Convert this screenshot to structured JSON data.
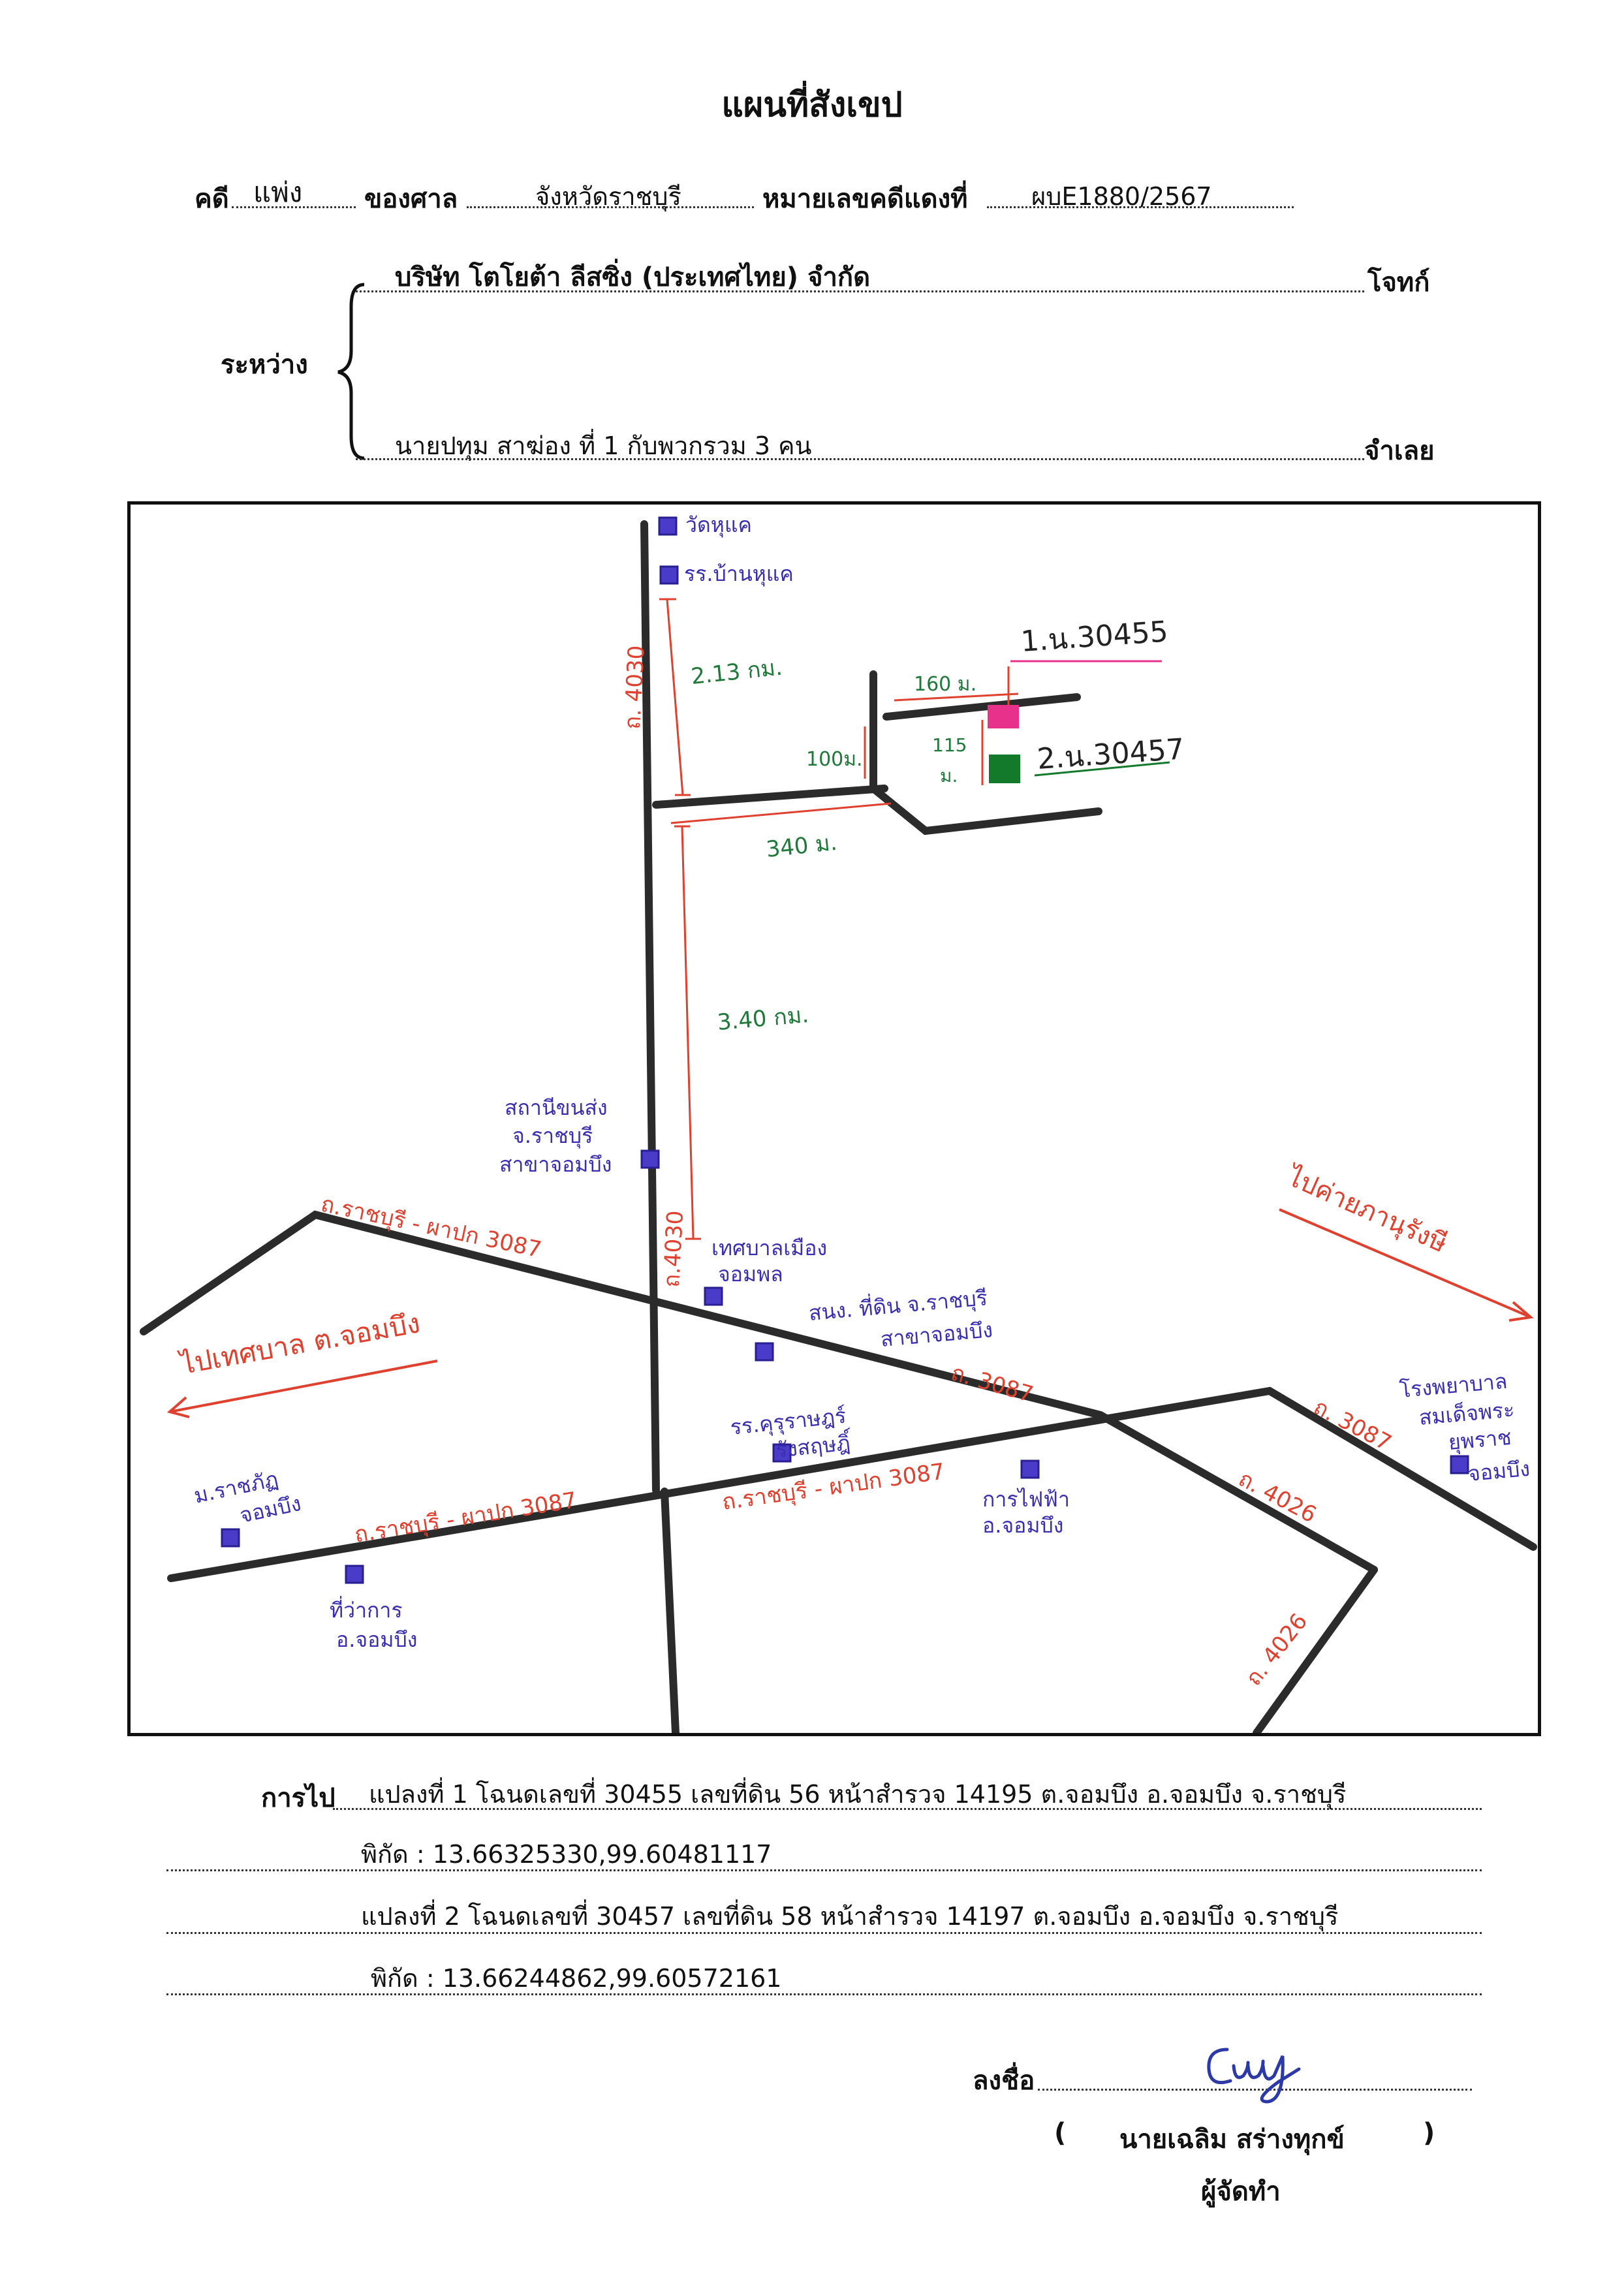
{
  "title": "แผนที่สังเขป",
  "header": {
    "case_label": "คดี",
    "case_type": "แพ่ง",
    "court_label": "ของศาล",
    "court_name": "จังหวัดราชบุรี",
    "red_no_label": "หมายเลขคดีแดงที่",
    "red_no": "ผบE1880/2567",
    "plaintiff": "บริษัท โตโยต้า ลีสซิ่ง (ประเทศไทย) จำกัด",
    "plaintiff_role": "โจทก์",
    "between_label": "ระหว่าง",
    "defendant": "นายปทุม สาฆ่อง ที่ 1 กับพวกรวม 3 คน",
    "defendant_role": "จำเลย"
  },
  "map": {
    "roads": {
      "rd4030_top": "ถ. 4030",
      "rd4030_mid": "ถ.4030",
      "rd3087_a": "ถ.ราชบุรี - ผาปก   3087",
      "rd3087_b": "ถ. 3087",
      "rd3087_c": "ถ.ราชบุรี - ผาปก   3087",
      "rd3087_d": "ถ.ราชบุรี - ผาปก   3087",
      "rd3087_e": "ถ. 3087",
      "rd4026_a": "ถ. 4026",
      "rd4026_b": "ถ. 4026"
    },
    "directions": {
      "to_west": "ไปเทศบาล ต.จอมบึง",
      "to_east": "ไปค่ายภานุรังษี"
    },
    "distances": {
      "d1": "2.13 กม.",
      "d2": "160 ม.",
      "d3": "100ม.",
      "d4": "115",
      "d4b": "ม.",
      "d5": "340 ม.",
      "d6": "3.40 กม."
    },
    "parcels": {
      "p1": "1.น.30455",
      "p2": "2.น.30457",
      "p1_color": "#e8318a",
      "p2_color": "#137a2c"
    },
    "landmarks": {
      "temple": "วัดหุแค",
      "school_top": "รร.บ้านหุแค",
      "police_1": "สถานีขนส่ง",
      "police_2": "จ.ราชบุรี",
      "police_3": "สาขาจอมบึง",
      "municipal_1": "เทศบาลเมือง",
      "municipal_2": "จอมพล",
      "land_office_1": "สนง. ที่ดิน จ.ราชบุรี",
      "land_office_2": "สาขาจอมบึง",
      "univ_1": "ม.ราชภัฏ",
      "univ_2": "จอมบึง",
      "district_1": "ที่ว่าการ",
      "district_2": "อ.จอมบึง",
      "school_1": "รร.คุรุราษฎร์",
      "school_2": "รังสฤษฎิ์",
      "electric_1": "การไฟฟ้า",
      "electric_2": "อ.จอมบึง",
      "hospital_1": "โรงพยาบาล",
      "hospital_2": "สมเด็จพระ",
      "hospital_3": "ยุพราช",
      "hospital_4": "จอมบึง"
    },
    "colors": {
      "road": "#2b2b2b",
      "red": "#e0402e",
      "green": "#1f7a3a",
      "blue": "#3a2fb0"
    }
  },
  "route": {
    "label": "การไป",
    "line1": "แปลงที่ 1  โฉนดเลขที่ 30455 เลขที่ดิน 56 หน้าสำรวจ 14195 ต.จอมบึง อ.จอมบึง จ.ราชบุรี",
    "line2": "พิกัด  :    13.66325330,99.60481117",
    "line3": "แปลงที่ 2  โฉนดเลขที่ 30457 เลขที่ดิน 58 หน้าสำรวจ 14197 ต.จอมบึง อ.จอมบึง จ.ราชบุรี",
    "line4": "พิกัด  :    13.66244862,99.60572161"
  },
  "signature": {
    "sign_label": "ลงชื่อ",
    "name_open": "(",
    "name": "นายเฉลิม  สร่างทุกข์",
    "name_close": ")",
    "role": "ผู้จัดทำ"
  }
}
